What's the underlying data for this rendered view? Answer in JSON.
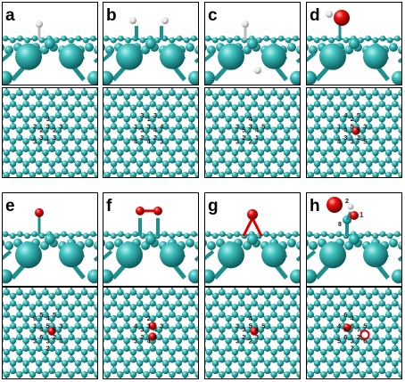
{
  "panels": [
    {
      "id": "a",
      "label": "a",
      "adsorbate": "H",
      "top_labels": [
        "3",
        "2",
        "2",
        "3",
        "3",
        "1",
        "3",
        "2",
        "3",
        "3"
      ]
    },
    {
      "id": "b",
      "label": "b",
      "adsorbate": "H2",
      "top_labels": [
        "3",
        "3",
        "4",
        "2",
        "2",
        "4",
        "1",
        "1",
        "4",
        "4",
        "3",
        "3",
        "3"
      ]
    },
    {
      "id": "c",
      "label": "c",
      "adsorbate": "H2-bridge",
      "top_labels": [
        "3",
        "5",
        "4",
        "2",
        "1",
        "2",
        "4",
        "3",
        "5",
        "3"
      ]
    },
    {
      "id": "d",
      "label": "d",
      "adsorbate": "OH",
      "top_labels": [
        "5",
        "4",
        "5",
        "3",
        "2",
        "3",
        "2",
        "1",
        "3",
        "4",
        "5",
        "4",
        "5"
      ]
    },
    {
      "id": "e",
      "label": "e",
      "adsorbate": "O",
      "top_labels": [
        "5",
        "4",
        "5",
        "6",
        "2",
        "3",
        "4",
        "1",
        "3",
        "3",
        "4",
        "2",
        "5",
        "5",
        "6"
      ]
    },
    {
      "id": "f",
      "label": "f",
      "adsorbate": "O2",
      "top_labels": [
        "3",
        "3",
        "4",
        "2",
        "4",
        "4",
        "2",
        "4",
        "3",
        "3"
      ]
    },
    {
      "id": "g",
      "label": "g",
      "adsorbate": "O-bridge",
      "top_labels": [
        "5",
        "3",
        "4",
        "2",
        "3",
        "2",
        "4",
        "3",
        "5",
        "3"
      ]
    },
    {
      "id": "h",
      "label": "h",
      "adsorbate": "OOH",
      "side_labels": [
        "2",
        "1",
        "8"
      ],
      "top_labels": [
        "6",
        "5",
        "7",
        "6",
        "2",
        "3",
        "4",
        "4",
        "5",
        "5",
        "6",
        "7",
        "6"
      ]
    }
  ],
  "colors": {
    "carbon": "#2aa5a5",
    "oxygen": "#dd0000",
    "hydrogen": "#e6e6e6",
    "frame": "#000000"
  }
}
